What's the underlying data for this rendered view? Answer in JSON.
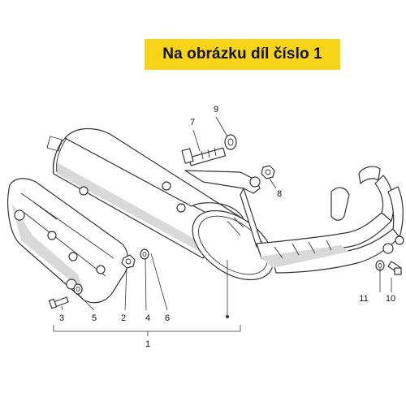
{
  "banner": {
    "text": "Na obrázku díl číslo 1",
    "color": "#f7d417"
  },
  "callouts": {
    "n1": "1",
    "n2": "2",
    "n3": "3",
    "n4": "4",
    "n5": "5",
    "n6": "6",
    "n7": "7",
    "n8": "8",
    "n9": "9",
    "n10": "10",
    "n11": "11"
  }
}
